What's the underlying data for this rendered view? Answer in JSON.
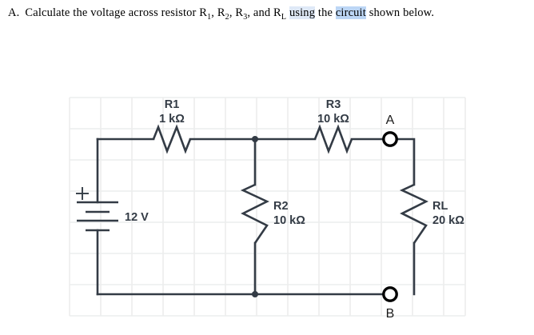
{
  "question": {
    "label": "A.",
    "part1": "Calculate the voltage across resistor R",
    "sub1": "1",
    "sep1": ", R",
    "sub2": "2",
    "sep2": ", R",
    "sub3": "3",
    "sep3": ", and R",
    "sub4": "L",
    "space_before_using": " ",
    "highlight_soft": "using",
    "mid": " the ",
    "highlight_strong": "circuit",
    "tail": " shown below.",
    "full_text": "A. Calculate the voltage across resistor R1, R2, R3, and RL using the circuit shown below."
  },
  "circuit": {
    "source": {
      "name": "battery",
      "value_label": "12 V",
      "polarity_label": "+"
    },
    "components": [
      {
        "ref": "R1",
        "value": "1 kΩ",
        "orientation": "horizontal"
      },
      {
        "ref": "R2",
        "value": "10 kΩ",
        "orientation": "vertical"
      },
      {
        "ref": "R3",
        "value": "10 kΩ",
        "orientation": "horizontal"
      },
      {
        "ref": "RL",
        "value": "20 kΩ",
        "orientation": "vertical"
      }
    ],
    "terminals": [
      {
        "label": "A",
        "position": "top-right"
      },
      {
        "label": "B",
        "position": "bottom-right"
      }
    ],
    "colors": {
      "wire": "#333b45",
      "grid": "#eceded",
      "terminal_outline": "#000000",
      "background": "#ffffff",
      "highlight_soft": "#dfe9f7",
      "highlight_strong": "#bcd6f5"
    }
  }
}
